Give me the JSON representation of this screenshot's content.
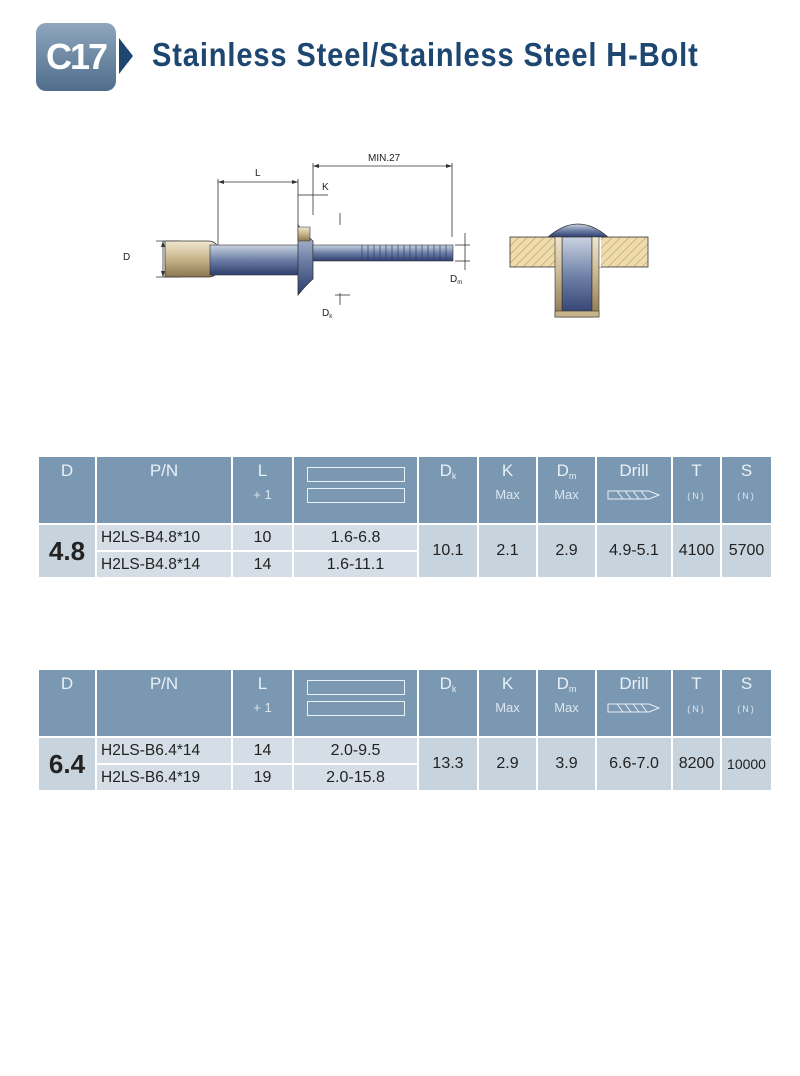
{
  "header": {
    "badge": "C17",
    "title": "Stainless Steel/Stainless Steel H-Bolt"
  },
  "diagram": {
    "min_label": "MIN.27",
    "l_label": "L",
    "k_label": "K",
    "d_label": "D",
    "dm_label": "D",
    "dm_sub": "m",
    "dk_label": "D",
    "dk_sub": "k"
  },
  "columns": {
    "d": "D",
    "pn": "P/N",
    "l": "L",
    "l_tol": "+ 1",
    "dk": "D",
    "dk_sub": "k",
    "k": "K",
    "k_sub": "Max",
    "dm": "D",
    "dm_sub": "m",
    "dm_max": "Max",
    "drill": "Drill",
    "t": "T",
    "t_unit": "(N)",
    "s": "S",
    "s_unit": "(N)"
  },
  "tables": [
    {
      "d": "4.8",
      "dk": "10.1",
      "k": "2.1",
      "dm": "2.9",
      "drill": "4.9-5.1",
      "t": "4100",
      "s": "5700",
      "rows": [
        {
          "pn": "H2LS-B4.8*10",
          "l": "10",
          "grip": "1.6-6.8"
        },
        {
          "pn": "H2LS-B4.8*14",
          "l": "14",
          "grip": "1.6-11.1"
        }
      ]
    },
    {
      "d": "6.4",
      "dk": "13.3",
      "k": "2.9",
      "dm": "3.9",
      "drill": "6.6-7.0",
      "t": "8200",
      "s": "10000",
      "rows": [
        {
          "pn": "H2LS-B6.4*14",
          "l": "14",
          "grip": "2.0-9.5"
        },
        {
          "pn": "H2LS-B6.4*19",
          "l": "19",
          "grip": "2.0-15.8"
        }
      ]
    }
  ],
  "colors": {
    "title": "#1d4770",
    "header_cell": "#7b98b2",
    "body_cell": "#d5dee6"
  }
}
